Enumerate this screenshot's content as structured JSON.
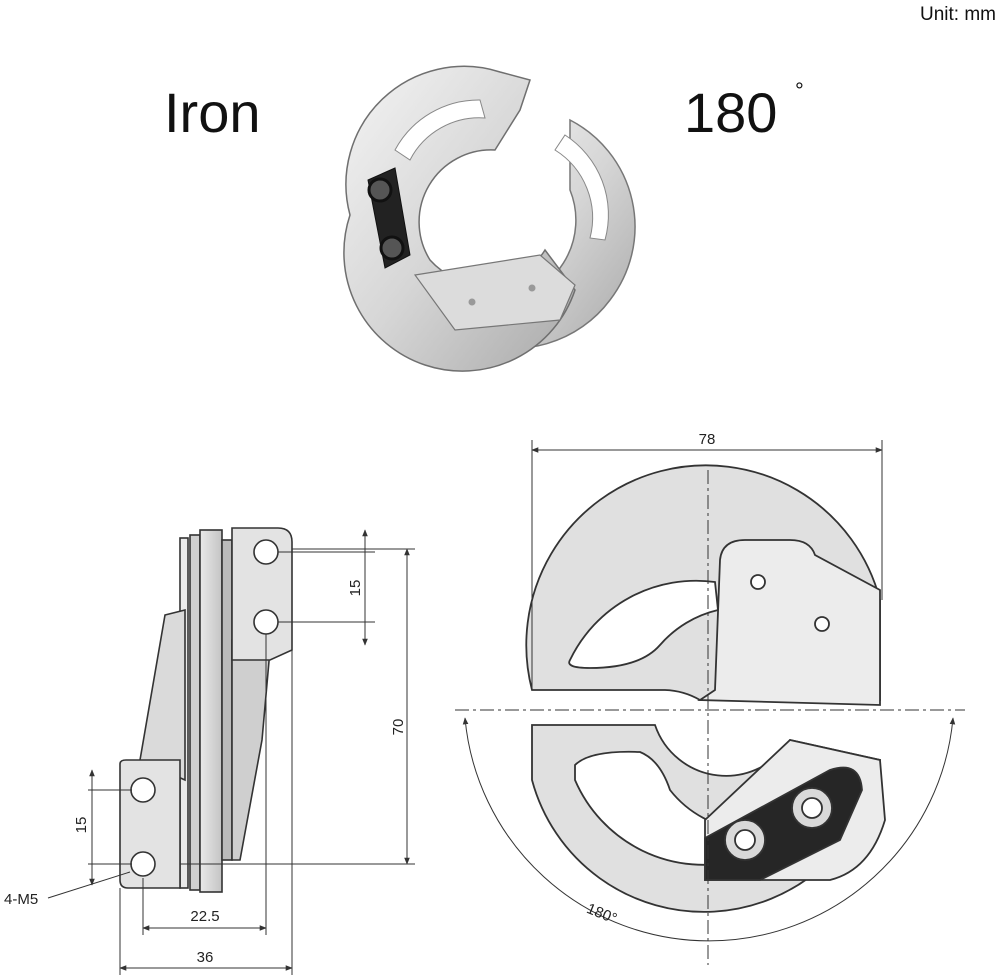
{
  "header": {
    "unit": "Unit: mm",
    "material": "Iron",
    "angle": "180",
    "degree_symbol": "°"
  },
  "dimensions": {
    "width_78": "78",
    "height_70": "70",
    "hole_spacing_top": "15",
    "hole_spacing_bottom": "15",
    "offset_22_5": "22.5",
    "depth_36": "36",
    "screw_note": "4-M5",
    "rotation": "180°"
  },
  "colors": {
    "line": "#333333",
    "metal_light": "#e6e6e6",
    "metal_mid": "#bdbdbd",
    "metal_dark": "#8c8c8c",
    "rubber": "#1f1f1f"
  }
}
